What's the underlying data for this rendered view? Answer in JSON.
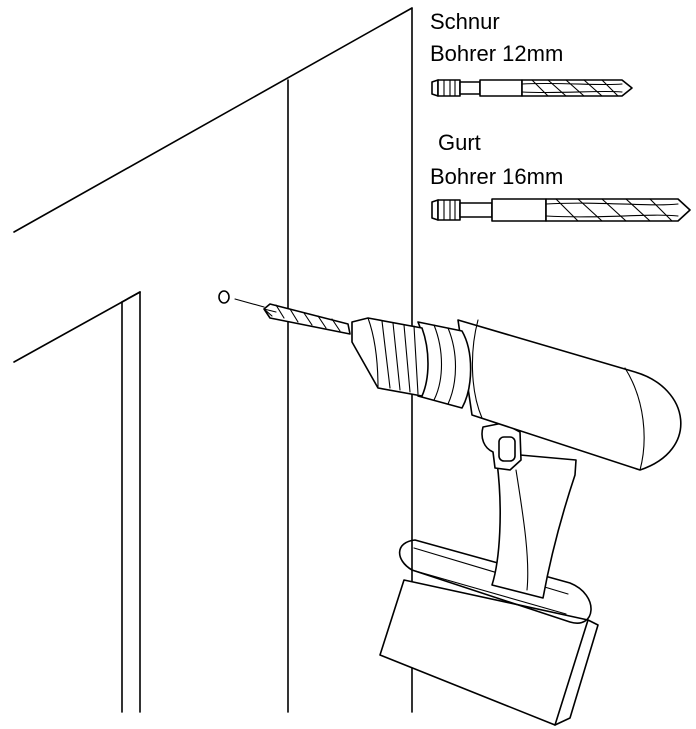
{
  "labels": {
    "cord_title": "Schnur",
    "cord_bit": "Bohrer 12mm",
    "belt_title": "Gurt",
    "belt_bit": "Bohrer 16mm"
  },
  "icons": {
    "drill": "cordless-drill-icon",
    "bit_small": "drill-bit-12mm-icon",
    "bit_large": "drill-bit-16mm-icon"
  },
  "colors": {
    "line": "#000000",
    "background": "#ffffff"
  }
}
